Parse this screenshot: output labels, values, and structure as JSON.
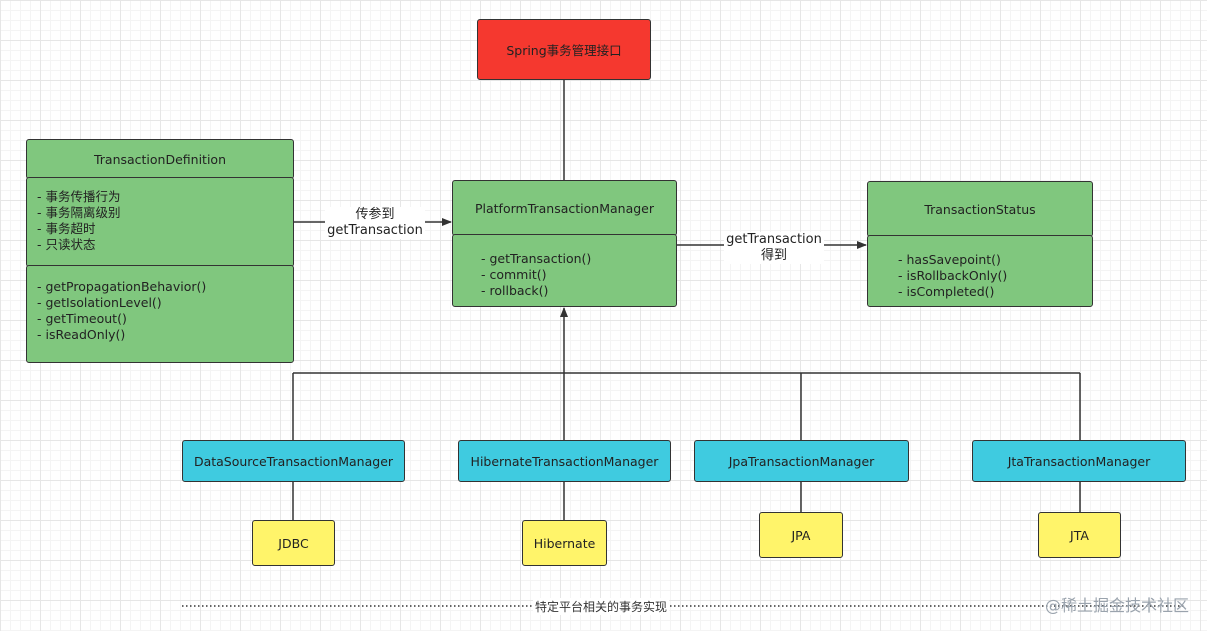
{
  "diagram": {
    "top_node": "Spring事务管理接口",
    "definition": {
      "title": "TransactionDefinition",
      "attributes": [
        "- 事务传播行为",
        "- 事务隔离级别",
        "- 事务超时",
        "- 只读状态"
      ],
      "methods": [
        "- getPropagationBehavior()",
        "- getIsolationLevel()",
        "- getTimeout()",
        "- isReadOnly()"
      ]
    },
    "platform": {
      "title": "PlatformTransactionManager",
      "methods": [
        "- getTransaction()",
        "- commit()",
        "- rollback()"
      ]
    },
    "status": {
      "title": "TransactionStatus",
      "methods": [
        "- hasSavepoint()",
        "- isRollbackOnly()",
        "- isCompleted()"
      ]
    },
    "edge_labels": {
      "definition_to_platform": [
        "传参到",
        "getTransaction"
      ],
      "platform_to_status": [
        "getTransaction",
        "得到"
      ]
    },
    "implementations": [
      {
        "name": "DataSourceTransactionManager",
        "tech": "JDBC"
      },
      {
        "name": "HibernateTransactionManager",
        "tech": "Hibernate"
      },
      {
        "name": "JpaTransactionManager",
        "tech": "JPA"
      },
      {
        "name": "JtaTransactionManager",
        "tech": "JTA"
      }
    ],
    "footer": "特定平台相关的事务实现"
  },
  "watermark": "@稀土掘金技术社区",
  "colors": {
    "interface": "#f5382f",
    "core": "#80c77e",
    "implementation": "#3fcbe0",
    "technology": "#fff46a"
  }
}
